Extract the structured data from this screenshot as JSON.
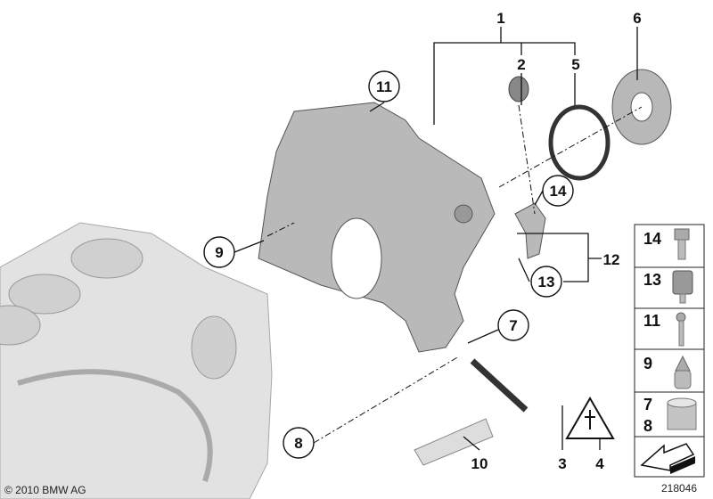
{
  "callouts": {
    "c1": "1",
    "c2": "2",
    "c3": "3",
    "c4": "4",
    "c5": "5",
    "c6": "6",
    "c7": "7",
    "c8": "8",
    "c9": "9",
    "c10": "10",
    "c11": "11",
    "c12": "12",
    "c13": "13",
    "c14": "14"
  },
  "legend": [
    {
      "label": "14",
      "icon": "hex-bolt-icon"
    },
    {
      "label": "13",
      "icon": "clip-nut-icon"
    },
    {
      "label": "11",
      "icon": "long-bolt-icon"
    },
    {
      "label": "9",
      "icon": "plug-icon"
    },
    {
      "label": "7",
      "label2": "8",
      "icon": "sleeve-icon"
    },
    {
      "label": "",
      "icon": "arrow-icon"
    }
  ],
  "copyright": "© 2010 BMW AG",
  "diagram_number": "218046"
}
